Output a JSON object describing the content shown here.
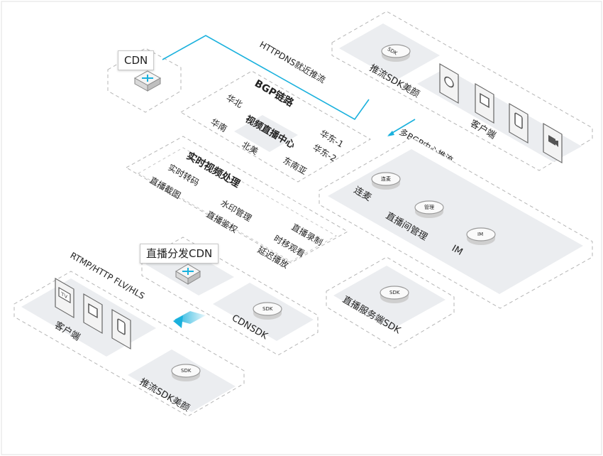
{
  "cdn_label": "CDN",
  "httpdns_label": "HTTPDNS就近推流",
  "bgp": {
    "title": "BGP链路",
    "center": "视频直播中心",
    "regions": [
      "华北",
      "华南",
      "北美",
      "华东-1",
      "华东-2",
      "东南亚"
    ]
  },
  "multi_bgp_label": "多BGP中心推流",
  "push_sdk_label": "推流SDK美颜",
  "client_label": "客户端",
  "realtime": {
    "title": "实时视频处理",
    "items": [
      "实时转码",
      "直播截图",
      "水印管理",
      "直播鉴权",
      "直播录制",
      "时移观看",
      "延迟播放"
    ]
  },
  "services": {
    "co_stream": "连麦",
    "room_mgmt": "直播间管理",
    "im": "IM"
  },
  "distribution_label": "直播分发CDN",
  "rtmp_label": "RTMP/HTTP FLV/HLS",
  "cdn_sdk_label": "CDNSDK",
  "server_sdk_label": "直播服务端SDK",
  "disc": {
    "sdk": "SDK",
    "co_stream": "连麦",
    "room_mgmt": "管理",
    "im": "IM"
  },
  "device_icons": [
    "tv-icon",
    "tablet-icon",
    "monitor-icon",
    "phone-icon",
    "camera-icon"
  ],
  "colors": {
    "connector": "#1ab1dd",
    "panel_fill": "#ebedf0",
    "dashed_border": "#b0b0b0"
  }
}
